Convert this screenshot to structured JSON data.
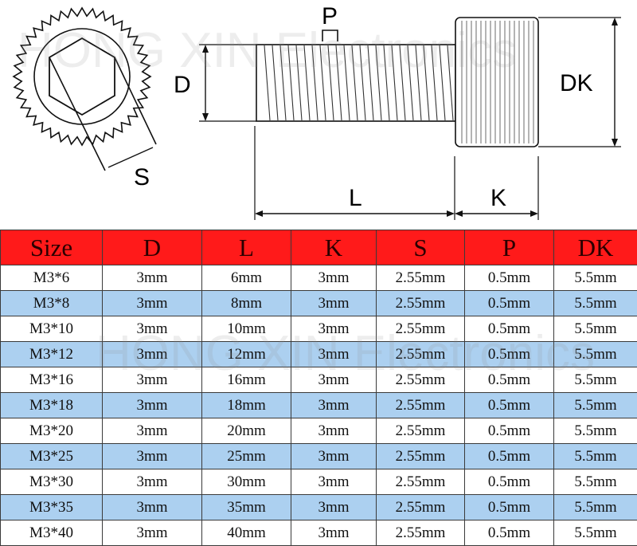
{
  "diagram": {
    "labels": {
      "pitch": "P",
      "diameter": "D",
      "head_diameter": "DK",
      "socket": "S",
      "length": "L",
      "head_height": "K"
    },
    "watermark": "HONG XIN Electronics"
  },
  "table": {
    "headers": [
      "Size",
      "D",
      "L",
      "K",
      "S",
      "P",
      "DK"
    ],
    "rows": [
      [
        "M3*6",
        "3mm",
        "6mm",
        "3mm",
        "2.55mm",
        "0.5mm",
        "5.5mm"
      ],
      [
        "M3*8",
        "3mm",
        "8mm",
        "3mm",
        "2.55mm",
        "0.5mm",
        "5.5mm"
      ],
      [
        "M3*10",
        "3mm",
        "10mm",
        "3mm",
        "2.55mm",
        "0.5mm",
        "5.5mm"
      ],
      [
        "M3*12",
        "3mm",
        "12mm",
        "3mm",
        "2.55mm",
        "0.5mm",
        "5.5mm"
      ],
      [
        "M3*16",
        "3mm",
        "16mm",
        "3mm",
        "2.55mm",
        "0.5mm",
        "5.5mm"
      ],
      [
        "M3*18",
        "3mm",
        "18mm",
        "3mm",
        "2.55mm",
        "0.5mm",
        "5.5mm"
      ],
      [
        "M3*20",
        "3mm",
        "20mm",
        "3mm",
        "2.55mm",
        "0.5mm",
        "5.5mm"
      ],
      [
        "M3*25",
        "3mm",
        "25mm",
        "3mm",
        "2.55mm",
        "0.5mm",
        "5.5mm"
      ],
      [
        "M3*30",
        "3mm",
        "30mm",
        "3mm",
        "2.55mm",
        "0.5mm",
        "5.5mm"
      ],
      [
        "M3*35",
        "3mm",
        "35mm",
        "3mm",
        "2.55mm",
        "0.5mm",
        "5.5mm"
      ],
      [
        "M3*40",
        "3mm",
        "40mm",
        "3mm",
        "2.55mm",
        "0.5mm",
        "5.5mm"
      ]
    ]
  },
  "colors": {
    "header_bg": "#ff1a1a",
    "row_alt_bg": "#acd0f0",
    "line": "#111111"
  }
}
